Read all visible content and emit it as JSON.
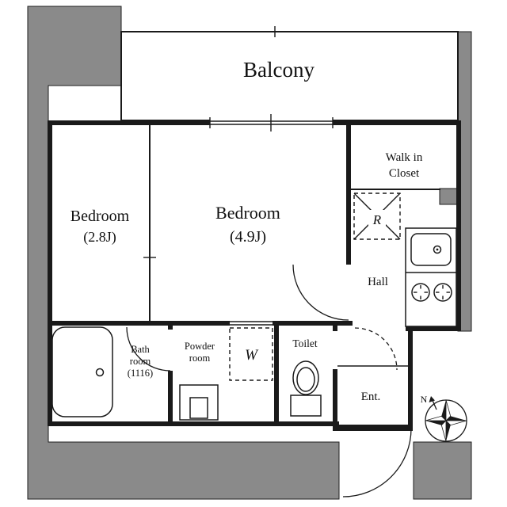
{
  "rooms": {
    "balcony": {
      "label": "Balcony"
    },
    "bedroom_small": {
      "label": "Bedroom",
      "size": "(2.8J)"
    },
    "bedroom_large": {
      "label": "Bedroom",
      "size": "(4.9J)"
    },
    "walk_in_closet": {
      "line1": "Walk in",
      "line2": "Closet"
    },
    "refrigerator": {
      "label": "R"
    },
    "hall": {
      "label": "Hall"
    },
    "bathroom": {
      "line1": "Bath",
      "line2": "room",
      "line3": "(1116)"
    },
    "powder_room": {
      "line1": "Powder",
      "line2": "room"
    },
    "washer": {
      "label": "W"
    },
    "toilet": {
      "label": "Toilet"
    },
    "entrance": {
      "label": "Ent."
    }
  },
  "compass": {
    "north_label": "N"
  },
  "colors": {
    "wall": "#1a1a1a",
    "structure_gray": "#8a8a8a",
    "background": "#ffffff"
  }
}
